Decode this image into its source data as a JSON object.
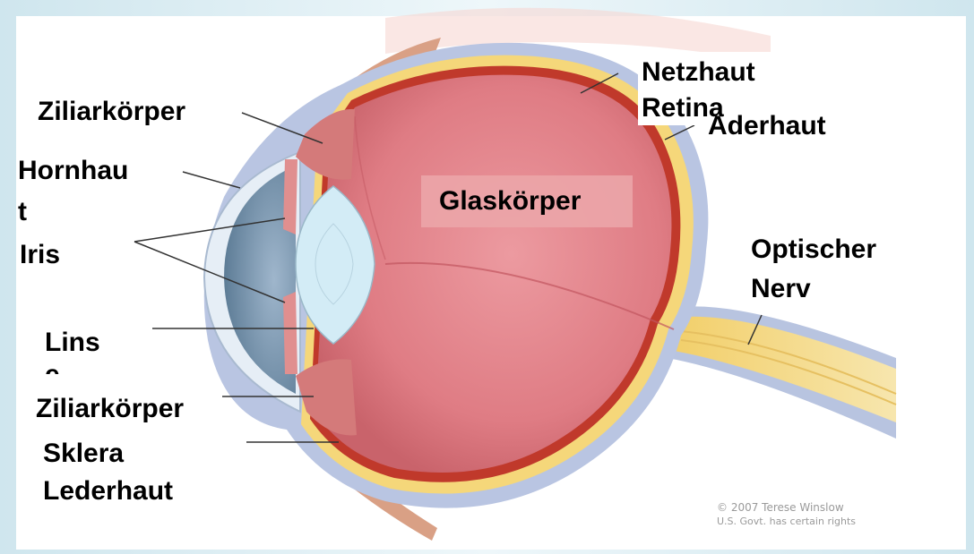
{
  "labels": {
    "ziliarkoerper_top": "Ziliarkörper",
    "hornhaut_line1": "Hornhau",
    "hornhaut_line2": "t",
    "iris": "Iris",
    "linse_line1": "Lins",
    "linse_line2": "e",
    "ziliarkoerper_bottom": "Ziliarkörper",
    "sklera": "Sklera",
    "lederhaut": "Lederhaut",
    "netzhaut": "Netzhaut",
    "retina": "Retina",
    "aderhaut": "Aderhaut",
    "glaskoerper": "Glaskörper",
    "optischer": "Optischer",
    "nerv": "Nerv"
  },
  "credit": {
    "line1": "© 2007 Terese Winslow",
    "line2": "U.S. Govt. has certain rights"
  },
  "colors": {
    "sclera_blue": "#b8c4e0",
    "retina_yellow": "#f5d77a",
    "choroid_red": "#c0392b",
    "vitreous_pink": "#e3838a",
    "lens_blue": "#cfe8f2",
    "background_tint": "#d6ecf2"
  }
}
